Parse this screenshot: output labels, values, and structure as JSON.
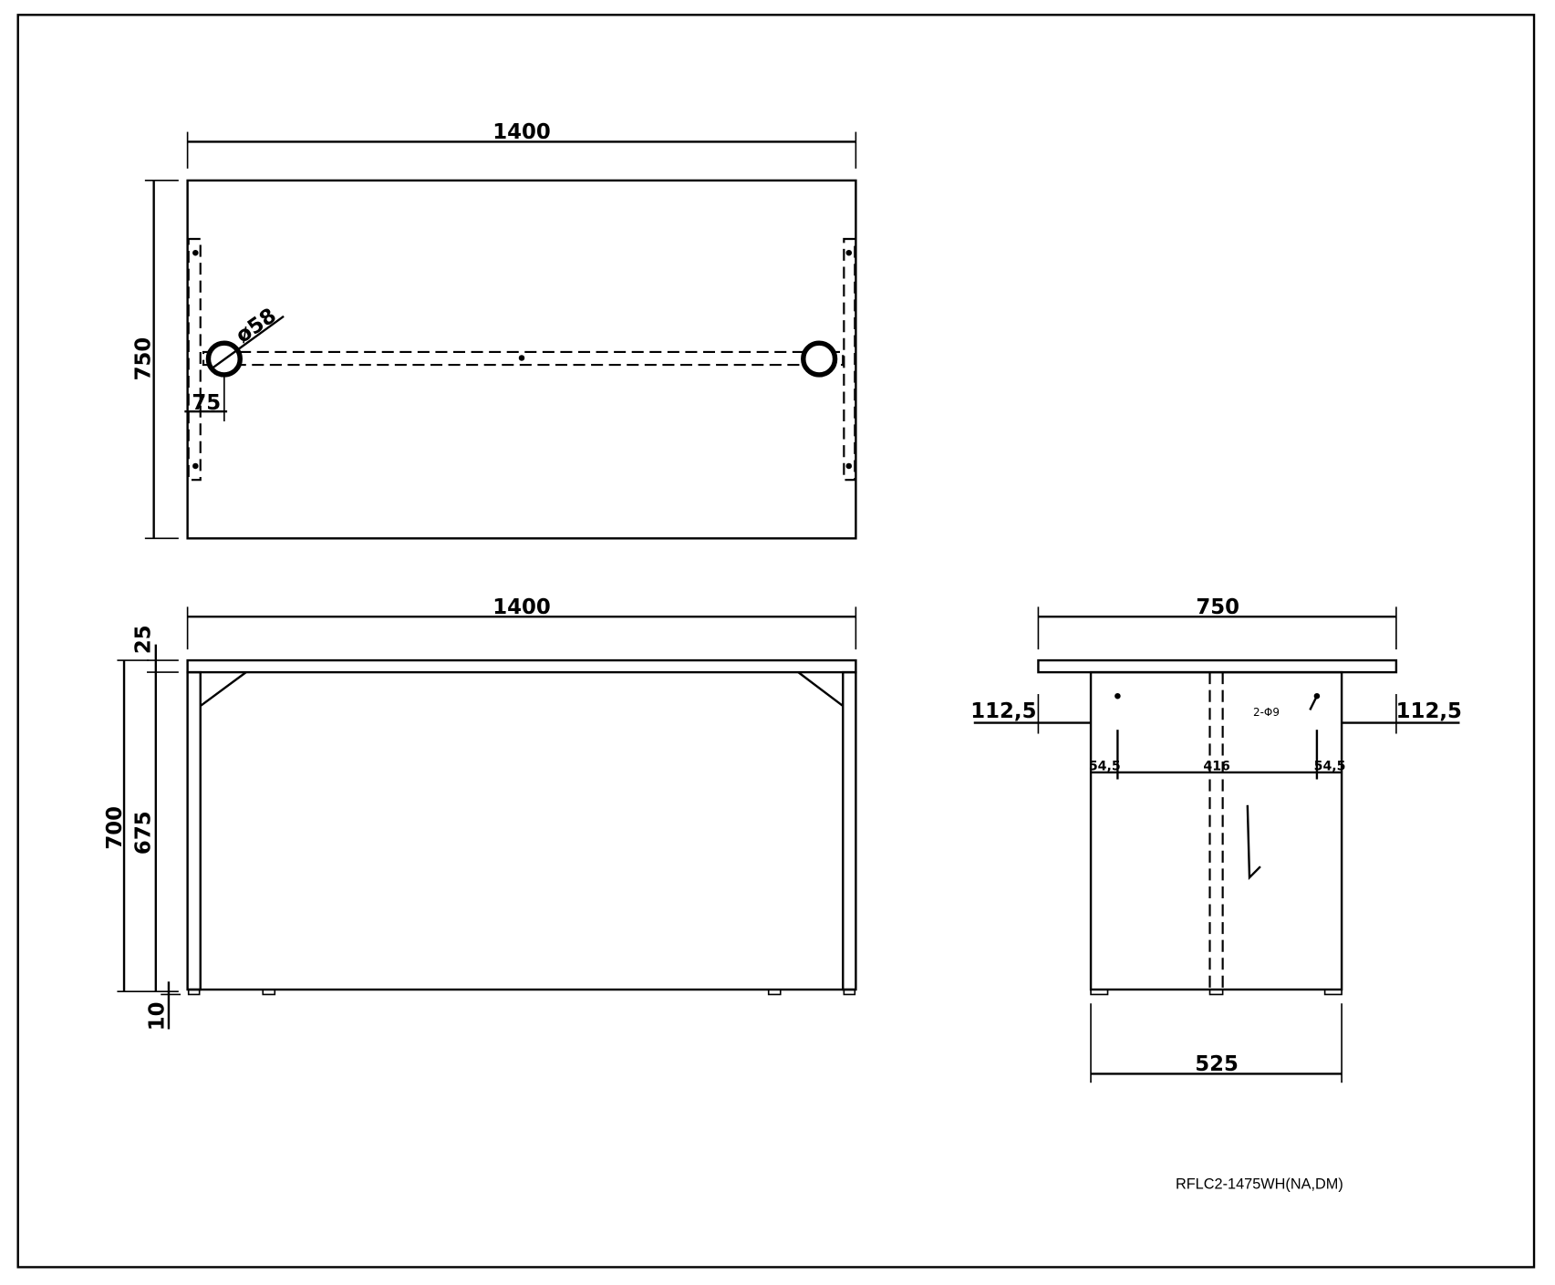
{
  "plan_view": {
    "width_label": "1400",
    "depth_label": "750",
    "grommet_label": "ø58",
    "grommet_offset_label": "75"
  },
  "front_view": {
    "width_label": "1400",
    "top_thickness_label": "25",
    "total_height_label": "700",
    "leg_height_label": "675",
    "foot_height_label": "10"
  },
  "side_view": {
    "width_label": "750",
    "left_overhang_label": "112,5",
    "right_overhang_label": "112,5",
    "hole_label": "2-Φ9",
    "left_hole_offset_label": "54,5",
    "hole_spacing_label": "416",
    "right_hole_offset_label": "54,5",
    "panel_width_label": "525"
  },
  "model_code": "RFLC2-1475WH(NA,DM)"
}
